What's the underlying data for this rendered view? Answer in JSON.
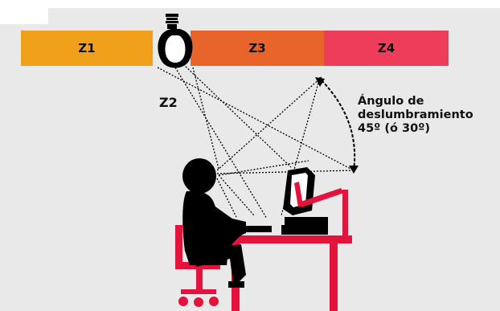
{
  "zones": [
    {
      "id": "z1",
      "label": "Z1",
      "color": "#f0a01a"
    },
    {
      "id": "z3",
      "label": "Z3",
      "color": "#e8642a"
    },
    {
      "id": "z4",
      "label": "Z4",
      "color": "#ee3d5a"
    }
  ],
  "z2_label": "Z2",
  "glare_angle": {
    "line1": "Ángulo de",
    "line2": "deslumbramiento",
    "line3": "45º (ó 30º)"
  },
  "colors": {
    "background": "#e9e9e9",
    "figure": "#000000",
    "furniture": "#e3143c"
  }
}
